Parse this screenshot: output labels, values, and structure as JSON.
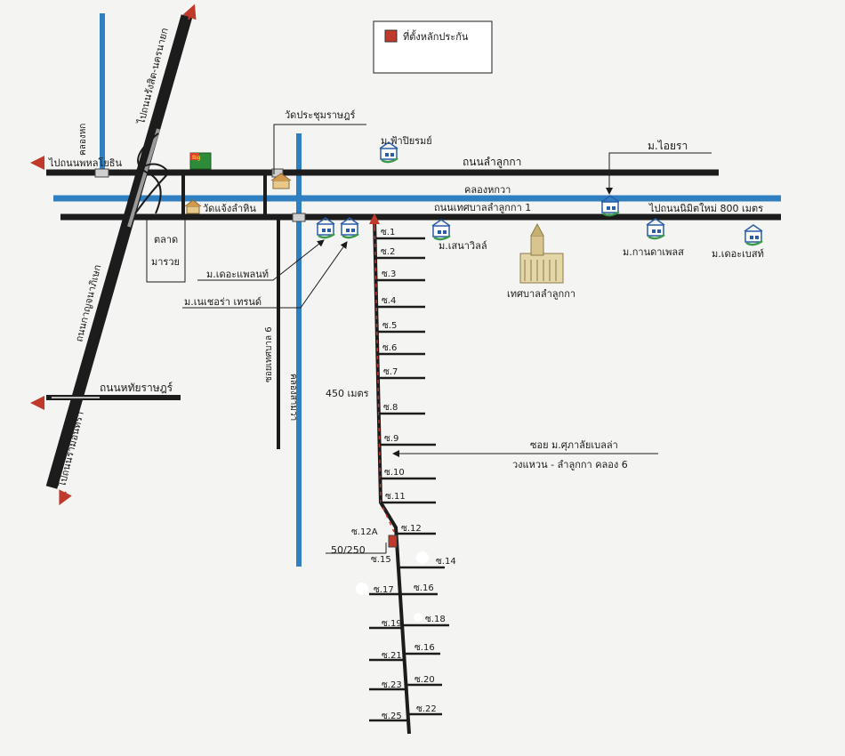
{
  "legend": {
    "label": "ที่ตั้งหลักประกัน"
  },
  "roads": {
    "lamlukka": "ถนนลำลูกกา",
    "thetsaban1": "ถนนเทศบาลลำลูกกา 1",
    "to_nimit": "ไปถนนนิมิตใหม่ 800 เมตร",
    "to_phahon": "ไปถนนพหลโยธิน",
    "kanchanaphisek": "ถนนกาญจนาภิเษก",
    "to_rangsit": "ไปถนนรังสิต-นครนายก",
    "hathairat": "ถนนหทัยราษฎร์",
    "to_ramintra": "ไปถนนรามอินทรา",
    "soi_thetsaban6": "ซอยเทศบาล 6",
    "soi_main_line1": "ซอย ม.ศุภาลัยเบลล่า",
    "soi_main_line2": "วงแหวน - ลำลูกกา คลอง 6"
  },
  "canals": {
    "khlong_6": "คลองหกวา",
    "khlong_hok": "คลองหก",
    "khlong_sam": "คลองสามวา"
  },
  "places": {
    "wat_prachum": "วัดประชุมราษฎร์",
    "wat_chaeng": "วัดแจ้งลำหิน",
    "talat_line1": "ตลาด",
    "talat_line2": "มารวย",
    "big_c": "Big",
    "thetsaban_office": "เทศบาลลำลูกกา",
    "distance_450": "450 เมตร",
    "plot_number": "50/250"
  },
  "villages": {
    "fa_piyarom": "ม.ฟ้าปิยรมย์",
    "ai_yara": "ม.ไอยรา",
    "senaville": "ม.เสนาวิลล์",
    "kanda_place": "ม.กานดาเพลส",
    "the_base": "ม.เดอะเบสท์",
    "the_plant": "ม.เดอะแพลนท์",
    "nature_trend": "ม.เนเชอร่า เทรนด์"
  },
  "sois": {
    "s1": "ซ.1",
    "s2": "ซ.2",
    "s3": "ซ.3",
    "s4": "ซ.4",
    "s5": "ซ.5",
    "s6": "ซ.6",
    "s7": "ซ.7",
    "s8": "ซ.8",
    "s9": "ซ.9",
    "s10": "ซ.10",
    "s11": "ซ.11",
    "s12": "ซ.12",
    "s12a": "ซ.12A",
    "s14": "ซ.14",
    "s15": "ซ.15",
    "s16a": "ซ.16",
    "s17": "ซ.17",
    "s18": "ซ.18",
    "s19": "ซ.19",
    "s16b": "ซ.16",
    "s21": "ซ.21",
    "s20": "ซ.20",
    "s23": "ซ.23",
    "s22": "ซ.22",
    "s25": "ซ.25"
  },
  "colors": {
    "road": "#1c1c1c",
    "canal": "#2f7fc1",
    "marker": "#c0392b",
    "route_dash": "#c0392b",
    "village_icon": "#2a5da8",
    "village_accent": "#3a9a4a"
  }
}
